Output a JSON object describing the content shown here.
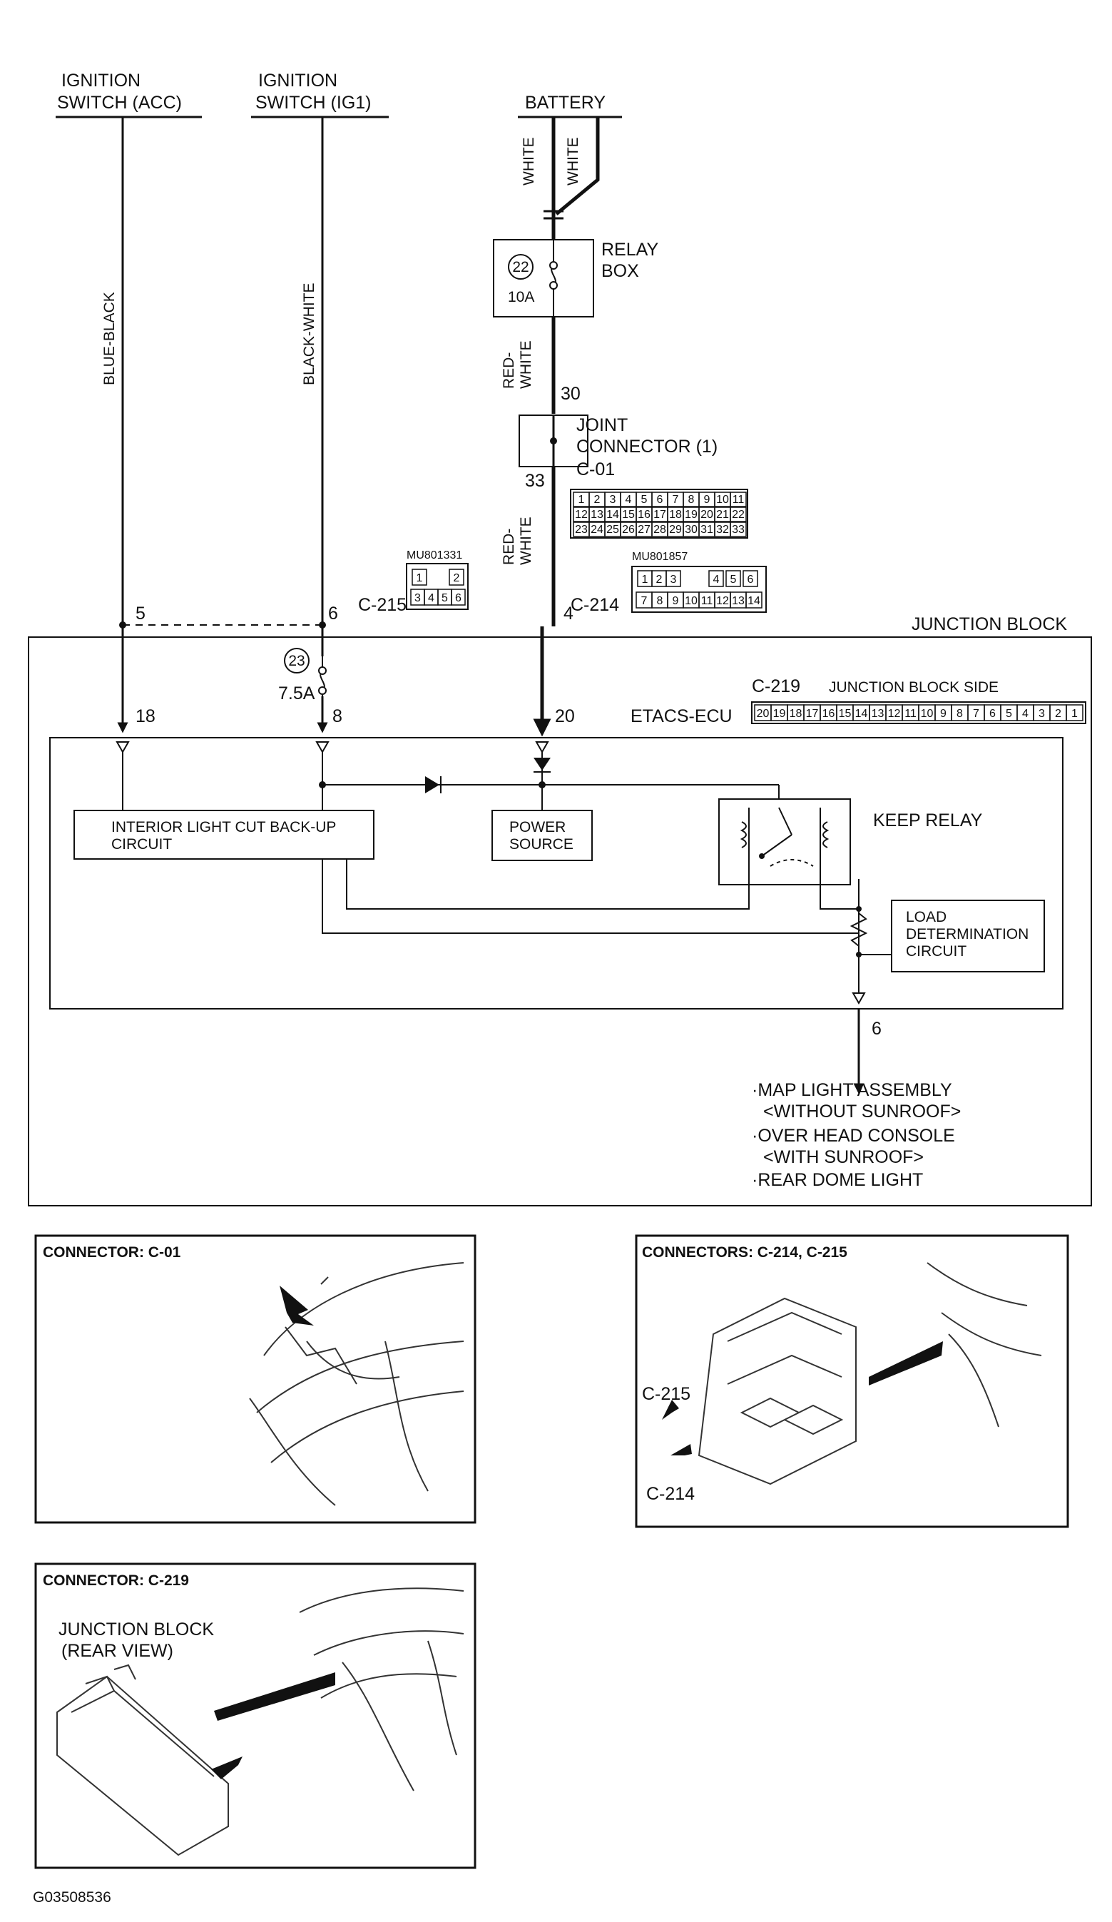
{
  "sources": {
    "acc": [
      "IGNITION",
      "SWITCH (ACC)"
    ],
    "ig1": [
      "IGNITION",
      "SWITCH (IG1)"
    ],
    "battery": "BATTERY"
  },
  "wires": {
    "blue_black": "BLUE-BLACK",
    "black_white": "BLACK-WHITE",
    "white_a": "WHITE",
    "white_b": "WHITE",
    "red_white_1": [
      "RED-",
      "WHITE"
    ],
    "red_white_2": [
      "RED-",
      "WHITE"
    ]
  },
  "relay_box": {
    "label": [
      "RELAY",
      "BOX"
    ],
    "fuse_no": "22",
    "fuse_rating": "10A"
  },
  "joint_connector": {
    "label": [
      "JOINT",
      "CONNECTOR (1)"
    ],
    "pin_in": "30",
    "pin_out": "33",
    "id": "C-01",
    "pins_row1": [
      "1",
      "2",
      "3",
      "4",
      "5",
      "6",
      "7",
      "8",
      "9",
      "10",
      "11"
    ],
    "pins_row2": [
      "12",
      "13",
      "14",
      "15",
      "16",
      "17",
      "18",
      "19",
      "20",
      "21",
      "22"
    ],
    "pins_row3": [
      "23",
      "24",
      "25",
      "26",
      "27",
      "28",
      "29",
      "30",
      "31",
      "32",
      "33"
    ]
  },
  "connector_c215": {
    "part": "MU801331",
    "id": "C-215",
    "row1": [
      "1",
      "2"
    ],
    "row2": [
      "3",
      "4",
      "5",
      "6"
    ]
  },
  "connector_c214": {
    "part": "MU801857",
    "id": "C-214",
    "row1": [
      "1",
      "2",
      "3",
      "4",
      "5",
      "6"
    ],
    "row2": [
      "7",
      "8",
      "9",
      "10",
      "11",
      "12",
      "13",
      "14"
    ]
  },
  "junction_block": {
    "title": "JUNCTION BLOCK",
    "pin_acc_in": "5",
    "pin_ig1_in": "6",
    "pin_bat_in": "4",
    "fuse_no": "23",
    "fuse_rating": "7.5A",
    "pin_acc_out": "18",
    "pin_ig1_out": "8",
    "pin_bat_out": "20",
    "ecu_label": "ETACS-ECU",
    "c219_id": "C-219",
    "c219_side": "JUNCTION BLOCK SIDE",
    "c219_pins": [
      "20",
      "19",
      "18",
      "17",
      "16",
      "15",
      "14",
      "13",
      "12",
      "11",
      "10",
      "9",
      "8",
      "7",
      "6",
      "5",
      "4",
      "3",
      "2",
      "1"
    ],
    "interior_light": [
      "INTERIOR LIGHT CUT BACK-UP",
      "CIRCUIT"
    ],
    "power_source": [
      "POWER",
      "SOURCE"
    ],
    "keep_relay": "KEEP RELAY",
    "load_det": [
      "LOAD",
      "DETERMINATION",
      "CIRCUIT"
    ],
    "output_pin": "6"
  },
  "outputs": [
    "·MAP LIGHT ASSEMBLY",
    "<WITHOUT SUNROOF>",
    "·OVER HEAD CONSOLE",
    "<WITH SUNROOF>",
    "·REAR DOME LIGHT"
  ],
  "panels": {
    "c01": {
      "title": "CONNECTOR: C-01"
    },
    "c214_215": {
      "title": "CONNECTORS: C-214, C-215",
      "callout_a": "C-215",
      "callout_b": "C-214"
    },
    "c219": {
      "title": "CONNECTOR: C-219",
      "caption": [
        "JUNCTION BLOCK",
        "(REAR VIEW)"
      ]
    }
  },
  "figure_id": "G03508536"
}
